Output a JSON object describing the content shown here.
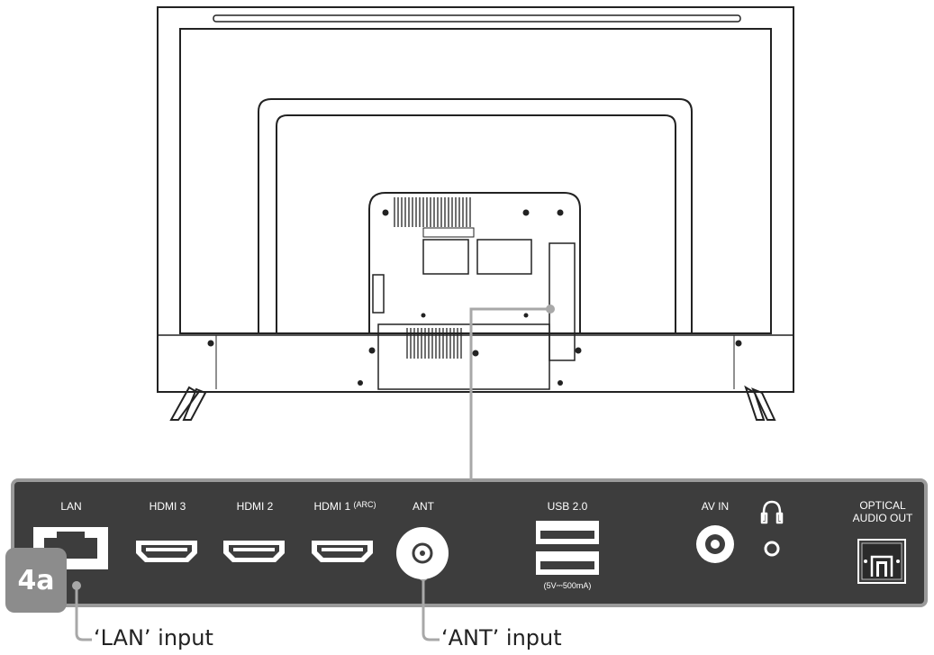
{
  "ports": {
    "lan": "LAN",
    "hdmi3": "HDMI 3",
    "hdmi2": "HDMI 2",
    "hdmi1": "HDMI 1",
    "hdmi1_suffix": "(ARC)",
    "ant": "ANT",
    "usb": "USB 2.0",
    "usb_rating": "(5V⎓500mA)",
    "av_in": "AV IN",
    "optical": [
      "OPTICAL",
      "AUDIO OUT"
    ]
  },
  "icons": {
    "headphone": "headphone-icon"
  },
  "callouts": {
    "lan": "‘LAN’ input",
    "ant": "‘ANT’ input"
  },
  "badge": "4a",
  "colors": {
    "panel": "#3d3d3d",
    "panel_border": "#9a9a9a",
    "connector": "#ffffff",
    "leader": "#a8a8a8",
    "badge": "#8c8c8c"
  }
}
